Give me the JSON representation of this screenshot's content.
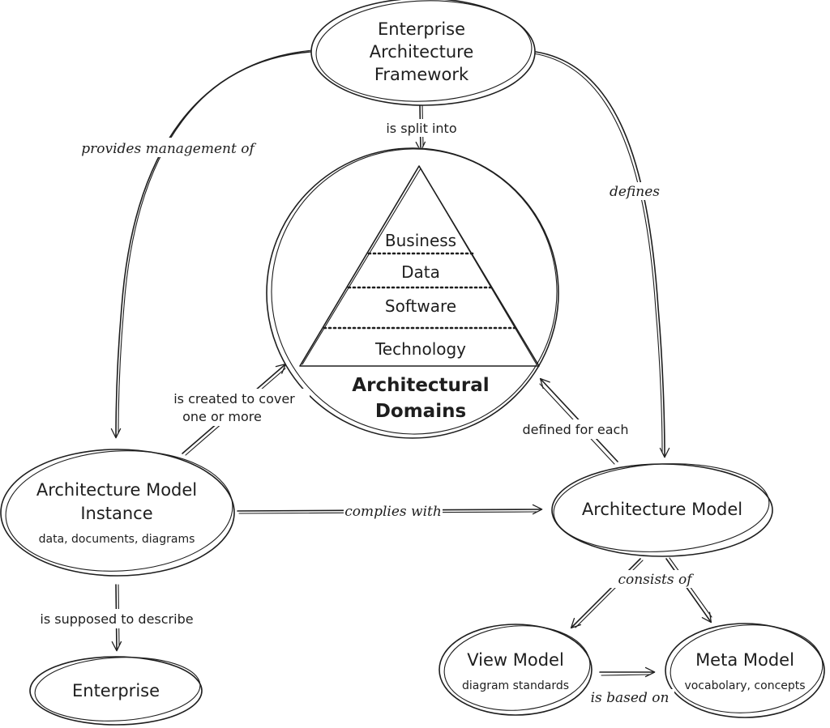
{
  "nodes": {
    "framework": {
      "title_lines": [
        "Enterprise",
        "Architecture",
        "Framework"
      ]
    },
    "domains": {
      "layers": [
        "Business",
        "Data",
        "Software",
        "Technology"
      ],
      "title_lines": [
        "Architectural",
        "Domains"
      ]
    },
    "model_instance": {
      "title_lines": [
        "Architecture Model",
        "Instance"
      ],
      "subtitle": "data, documents, diagrams"
    },
    "architecture_model": {
      "title": "Architecture Model"
    },
    "enterprise": {
      "title": "Enterprise"
    },
    "view_model": {
      "title": "View Model",
      "subtitle": "diagram standards"
    },
    "meta_model": {
      "title": "Meta Model",
      "subtitle": "vocabolary, concepts"
    }
  },
  "edges": {
    "provides_management_of": "provides management of",
    "is_split_into": "is split into",
    "defines": "defines",
    "is_created_to_cover": [
      "is created to cover",
      "one or more"
    ],
    "defined_for_each": "defined for each",
    "complies_with": "complies with",
    "is_supposed_to_describe": "is supposed to describe",
    "consists_of": "consists of",
    "is_based_on": "is based on"
  },
  "colors": {
    "stroke": "#1e1e1e",
    "background": "#ffffff"
  }
}
